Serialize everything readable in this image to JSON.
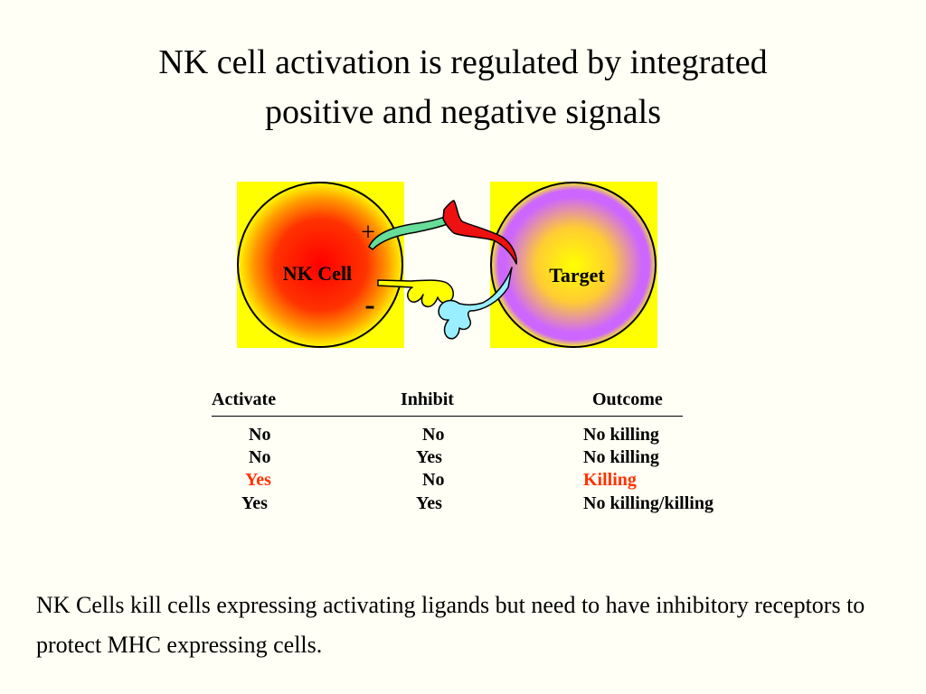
{
  "slide": {
    "title_line1": "NK cell activation is regulated by integrated",
    "title_line2": "positive and negative signals",
    "caption": "NK Cells kill cells expressing activating ligands but need to have inhibitory receptors to protect MHC expressing cells."
  },
  "diagram": {
    "nk_cell_label": "NK Cell",
    "target_label": "Target",
    "plus_sign": "+",
    "minus_sign": "-",
    "colors": {
      "nk_outer": "#ffff00",
      "nk_inner": "#ff0000",
      "target_outer": "#ffff00",
      "target_ring": "#cc66ff",
      "activating_receptor": "#66dd99",
      "activating_ligand": "#ee1111",
      "inhibitory_receptor": "#ffff00",
      "mhc_ligand": "#99eeff"
    }
  },
  "table": {
    "headers": {
      "activate": "Activate",
      "inhibit": "Inhibit",
      "outcome": "Outcome"
    },
    "rows": [
      {
        "activate": "No",
        "inhibit": "No",
        "outcome": "No killing",
        "highlight": false
      },
      {
        "activate": "No",
        "inhibit": "Yes",
        "outcome": "No killing",
        "highlight": false
      },
      {
        "activate": "Yes",
        "inhibit": "No",
        "outcome": "Killing",
        "highlight": true
      },
      {
        "activate": "Yes",
        "inhibit": "Yes",
        "outcome": "No killing/killing",
        "highlight": false
      }
    ],
    "highlight_color": "#ff3300"
  }
}
